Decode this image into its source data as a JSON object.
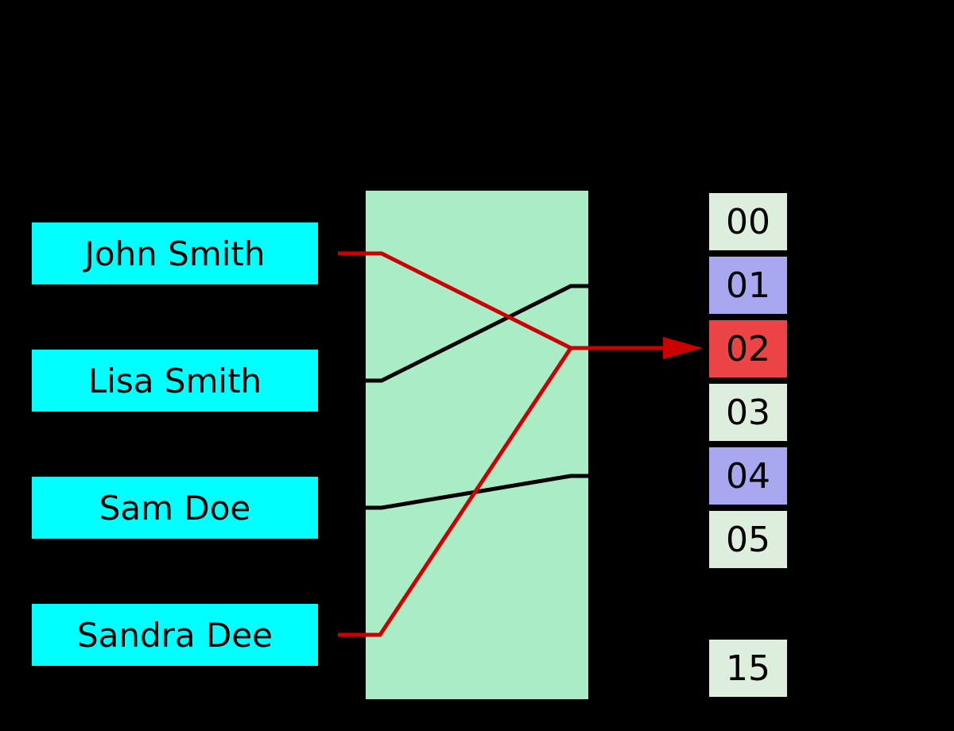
{
  "background": "#000000",
  "keys": [
    {
      "label": "John Smith"
    },
    {
      "label": "Lisa Smith"
    },
    {
      "label": "Sam Doe"
    },
    {
      "label": "Sandra Dee"
    }
  ],
  "key_box_color": "#00FFFF",
  "hash_function_box_color": "#A9ECC6",
  "buckets": [
    {
      "label": "00",
      "fill": "#DDEEDD"
    },
    {
      "label": "01",
      "fill": "#A8A8F0"
    },
    {
      "label": "02",
      "fill": "#EC4444"
    },
    {
      "label": "03",
      "fill": "#DDEEDD"
    },
    {
      "label": "04",
      "fill": "#A8A8F0"
    },
    {
      "label": "05",
      "fill": "#DDEEDD"
    },
    {
      "label": "15",
      "fill": "#DDEEDD"
    }
  ],
  "connections": [
    {
      "from": "John Smith",
      "to": "02",
      "color": "#CC0000"
    },
    {
      "from": "Lisa Smith",
      "to": "01",
      "color": "#000000"
    },
    {
      "from": "Sam Doe",
      "to": "04",
      "color": "#000000"
    },
    {
      "from": "Sandra Dee",
      "to": "02",
      "color": "#CC0000"
    }
  ],
  "collision": {
    "keys": [
      "John Smith",
      "Sandra Dee"
    ],
    "bucket": "02",
    "arrow_color": "#CC0000"
  },
  "colors": {
    "text": "#000000",
    "red_line": "#CC0000",
    "black_line": "#000000"
  }
}
